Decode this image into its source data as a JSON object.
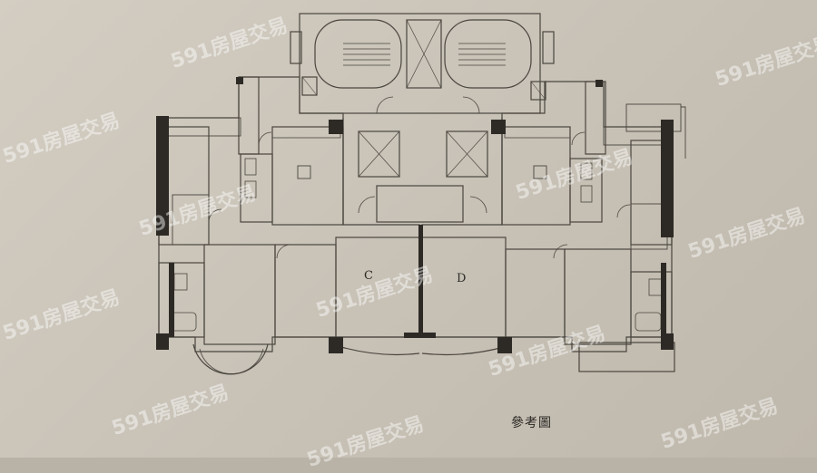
{
  "units": {
    "left": "C",
    "right": "D"
  },
  "caption": "參考圖",
  "watermark": "591房屋交易",
  "colors": {
    "line": "#4a463f",
    "wall": "#2d2a26",
    "paper": "#cfc9be"
  }
}
